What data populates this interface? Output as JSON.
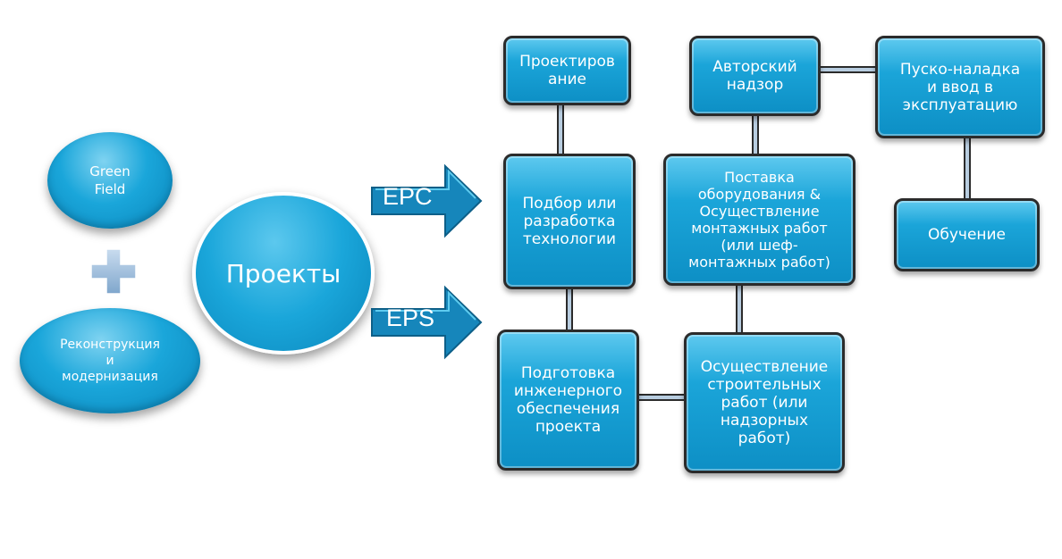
{
  "left": {
    "green_field": "Green\nField",
    "reconstruction": "Реконструкция\nи\nмодернизация"
  },
  "center": {
    "projects": "Проекты"
  },
  "arrows": {
    "epc": "EPC",
    "eps": "EPS"
  },
  "boxes": {
    "design": "Проектиров\nание",
    "technology": "Подбор или\nразработка\nтехнологии",
    "engineering": "Подготовка\nинженерного\nобеспечения\nпроекта",
    "supervision": "Авторский\nнадзор",
    "supply": "Поставка\nоборудования &\nОсуществление\nмонтажных работ\n(или шеф-\nмонтажных работ)",
    "construction": "Осуществление\nстроительных\nработ (или\nнадзорных\nработ)",
    "commissioning": "Пуско-наладка\nи ввод в\nэксплуатацию",
    "training": "Обучение"
  },
  "colors": {
    "box_fill": "#1ba5d9",
    "arrow_fill": "#1b8fc3",
    "connector": "#9cb6cf",
    "plus": "#8fb3d6"
  }
}
